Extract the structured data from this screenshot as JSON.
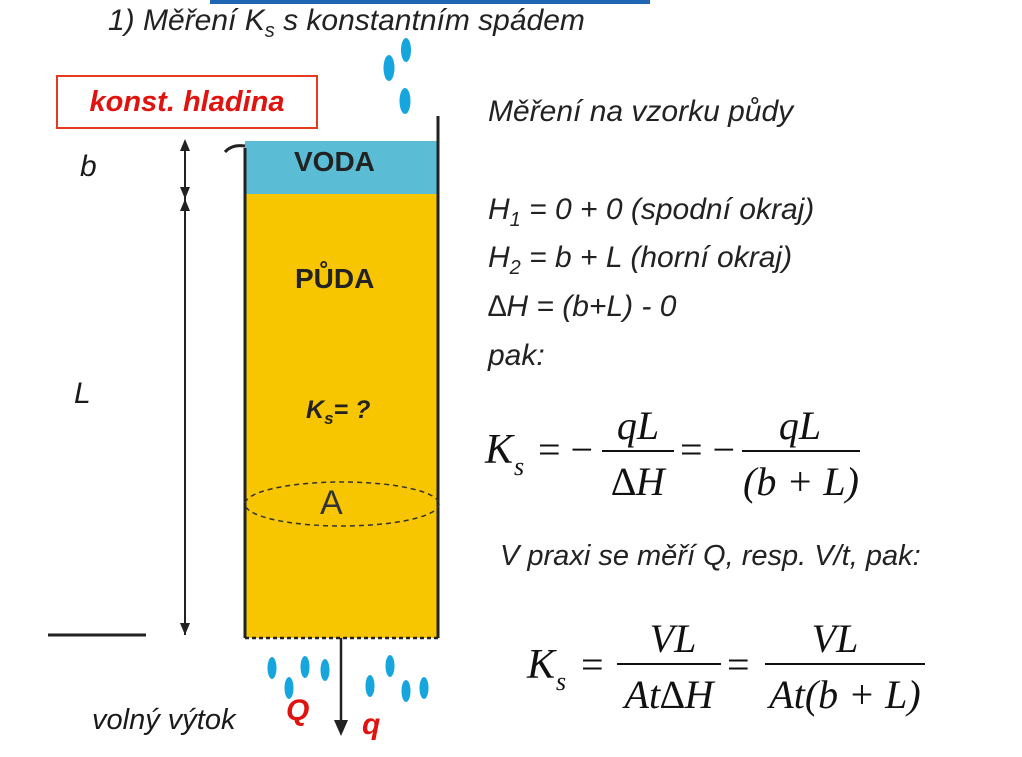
{
  "title": {
    "prefix": "1) Měření K",
    "sub": "s",
    "suffix": " s konstantním spádem"
  },
  "badge": {
    "text": "konst. hladina",
    "color": "#e0140f"
  },
  "diagram": {
    "dim_b": "b",
    "dim_L": "L",
    "water_label": "VODA",
    "soil_label": "PŮDA",
    "ks_prefix": "K",
    "ks_sub": "s",
    "ks_suffix": "= ?",
    "area_label": "A",
    "outflow_label": "volný výtok",
    "Q_label": "Q",
    "q_label": "q",
    "colors": {
      "water": "#5bbcd6",
      "soil": "#f7c600",
      "drops": "#16a6dd",
      "outline": "#222222",
      "badge_border": "#e53a1d"
    }
  },
  "right": {
    "heading": "Měření na vzorku půdy",
    "H1": {
      "sym": "H",
      "sub": "1",
      "rest": " = 0 + 0 (spodní okraj)"
    },
    "H2": {
      "sym": "H",
      "sub": "2",
      "rest": " = b + L (horní okraj)"
    },
    "dH": "∆H = (b+L) - 0",
    "pak": "pak:",
    "praxe": "V praxi se měří Q, resp. V/t, pak:"
  },
  "formula1": {
    "lhs": "K",
    "lhs_sub": "s",
    "eq1": "= −",
    "num1": "qL",
    "den1": "∆H",
    "eq2": "= −",
    "num2": "qL",
    "den2": "(b + L)"
  },
  "formula2": {
    "lhs": "K",
    "lhs_sub": "s",
    "eq1": "=",
    "num1": "VL",
    "den1": "At∆H",
    "eq2": "=",
    "num2": "VL",
    "den2": "At(b + L)"
  }
}
